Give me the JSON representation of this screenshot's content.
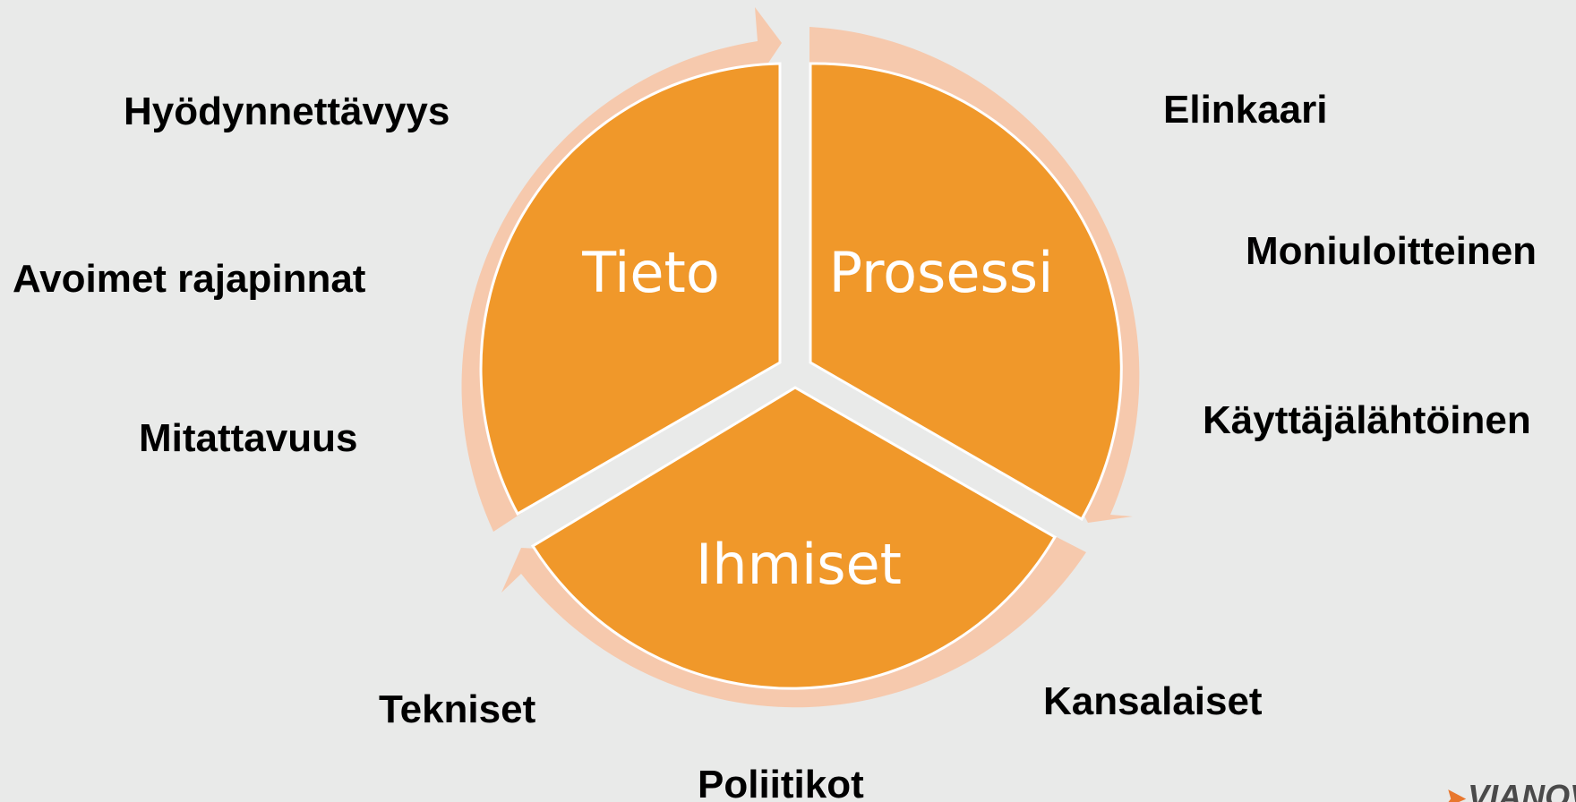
{
  "colors": {
    "background": "#e9eae9",
    "segment_fill": "#f0982a",
    "ring_arrow": "#f6c9ad",
    "segment_text": "#ffffff",
    "keyword_text": "#000000"
  },
  "diagram": {
    "segments": [
      {
        "id": "tieto",
        "label": "Tieto"
      },
      {
        "id": "prosessi",
        "label": "Prosessi"
      },
      {
        "id": "ihmiset",
        "label": "Ihmiset"
      }
    ],
    "keywords": {
      "tieto": [
        "Hyödynnettävyys",
        "Avoimet rajapinnat",
        "Mitattavuus"
      ],
      "prosessi": [
        "Elinkaari",
        "Moniuloitteinen",
        "Käyttäjälähtöinen"
      ],
      "ihmiset": [
        "Kansalaiset",
        "Poliitikot",
        "Tekniset"
      ]
    }
  },
  "logo": {
    "text": "VIANOVA",
    "icon": "vianova-logo-mark"
  }
}
